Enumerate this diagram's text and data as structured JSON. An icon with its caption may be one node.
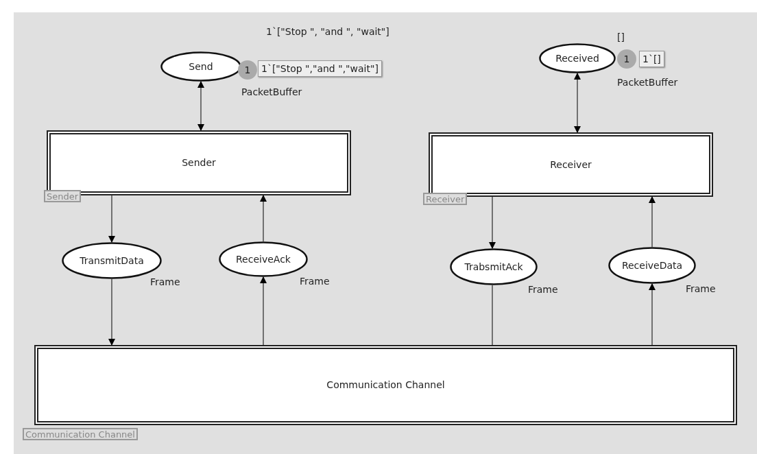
{
  "diagram": {
    "nodes": [
      {
        "text": [
          "Send"
        ],
        "beside": [
          "1`[\"Stop \", \"and \", \"wait\"]",
          "1",
          "1`[\"Stop \",\"and \",\"wait\"]",
          "PacketBuffer"
        ]
      },
      {
        "text": [
          "Received"
        ],
        "beside": [
          "[]",
          "1",
          "1`[]",
          "PacketBuffer"
        ]
      },
      {
        "text": [
          "Sender"
        ],
        "beside": [
          "Sender"
        ]
      },
      {
        "text": [
          "Receiver"
        ],
        "beside": [
          "Receiver"
        ]
      },
      {
        "text": [
          "TransmitData"
        ],
        "beside": [
          "Frame"
        ]
      },
      {
        "text": [
          "ReceiveAck"
        ],
        "beside": [
          "Frame"
        ]
      },
      {
        "text": [
          "TrabsmitAck"
        ],
        "beside": [
          "Frame"
        ]
      },
      {
        "text": [
          "ReceiveData"
        ],
        "beside": [
          "Frame"
        ]
      },
      {
        "text": [
          "Communication Channel"
        ],
        "beside": [
          "Communication Channel"
        ]
      }
    ],
    "edges": [
      {
        "from": 0,
        "to": 2,
        "arrow": "both"
      },
      {
        "from": 1,
        "to": 3,
        "arrow": "both"
      },
      {
        "from": 2,
        "to": 4,
        "arrow": "to"
      },
      {
        "from": 4,
        "to": 8,
        "arrow": "to"
      },
      {
        "from": 8,
        "to": 5,
        "arrow": "to"
      },
      {
        "from": 5,
        "to": 2,
        "arrow": "to"
      },
      {
        "from": 3,
        "to": 6,
        "arrow": "to"
      },
      {
        "from": 6,
        "to": 8,
        "arrow": "none"
      },
      {
        "from": 8,
        "to": 7,
        "arrow": "to"
      },
      {
        "from": 7,
        "to": 3,
        "arrow": "to"
      }
    ]
  }
}
